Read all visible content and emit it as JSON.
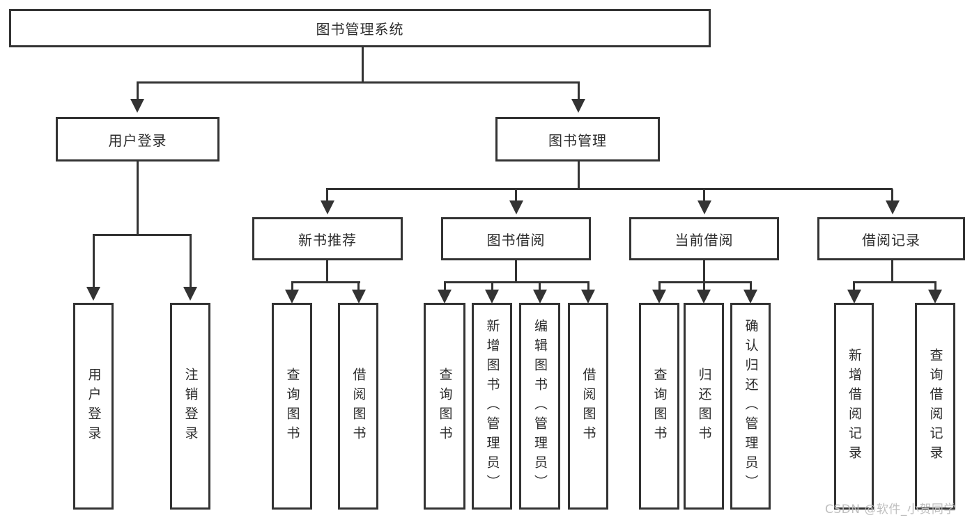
{
  "diagram": {
    "type": "hierarchy-diagram",
    "colors": {
      "line": "#333333",
      "box_border": "#333333",
      "box_background": "#ffffff",
      "text": "#2d2d2d",
      "watermark": "#bcbcbc"
    },
    "tree": {
      "label": "图书管理系统",
      "children": [
        {
          "label": "用户登录",
          "children": [
            {
              "label": "用户登录"
            },
            {
              "label": "注销登录"
            }
          ]
        },
        {
          "label": "图书管理",
          "children": [
            {
              "label": "新书推荐",
              "children": [
                {
                  "label": "查询图书"
                },
                {
                  "label": "借阅图书"
                }
              ]
            },
            {
              "label": "图书借阅",
              "children": [
                {
                  "label": "查询图书"
                },
                {
                  "label": "新增图书（管理员）"
                },
                {
                  "label": "编辑图书（管理员）"
                },
                {
                  "label": "借阅图书"
                }
              ]
            },
            {
              "label": "当前借阅",
              "children": [
                {
                  "label": "查询图书"
                },
                {
                  "label": "归还图书"
                },
                {
                  "label": "确认归还（管理员）"
                }
              ]
            },
            {
              "label": "借阅记录",
              "children": [
                {
                  "label": "新增借阅记录"
                },
                {
                  "label": "查询借阅记录"
                }
              ]
            }
          ]
        }
      ]
    },
    "watermark": {
      "text": "CSDN @软件_小贺同学"
    }
  }
}
